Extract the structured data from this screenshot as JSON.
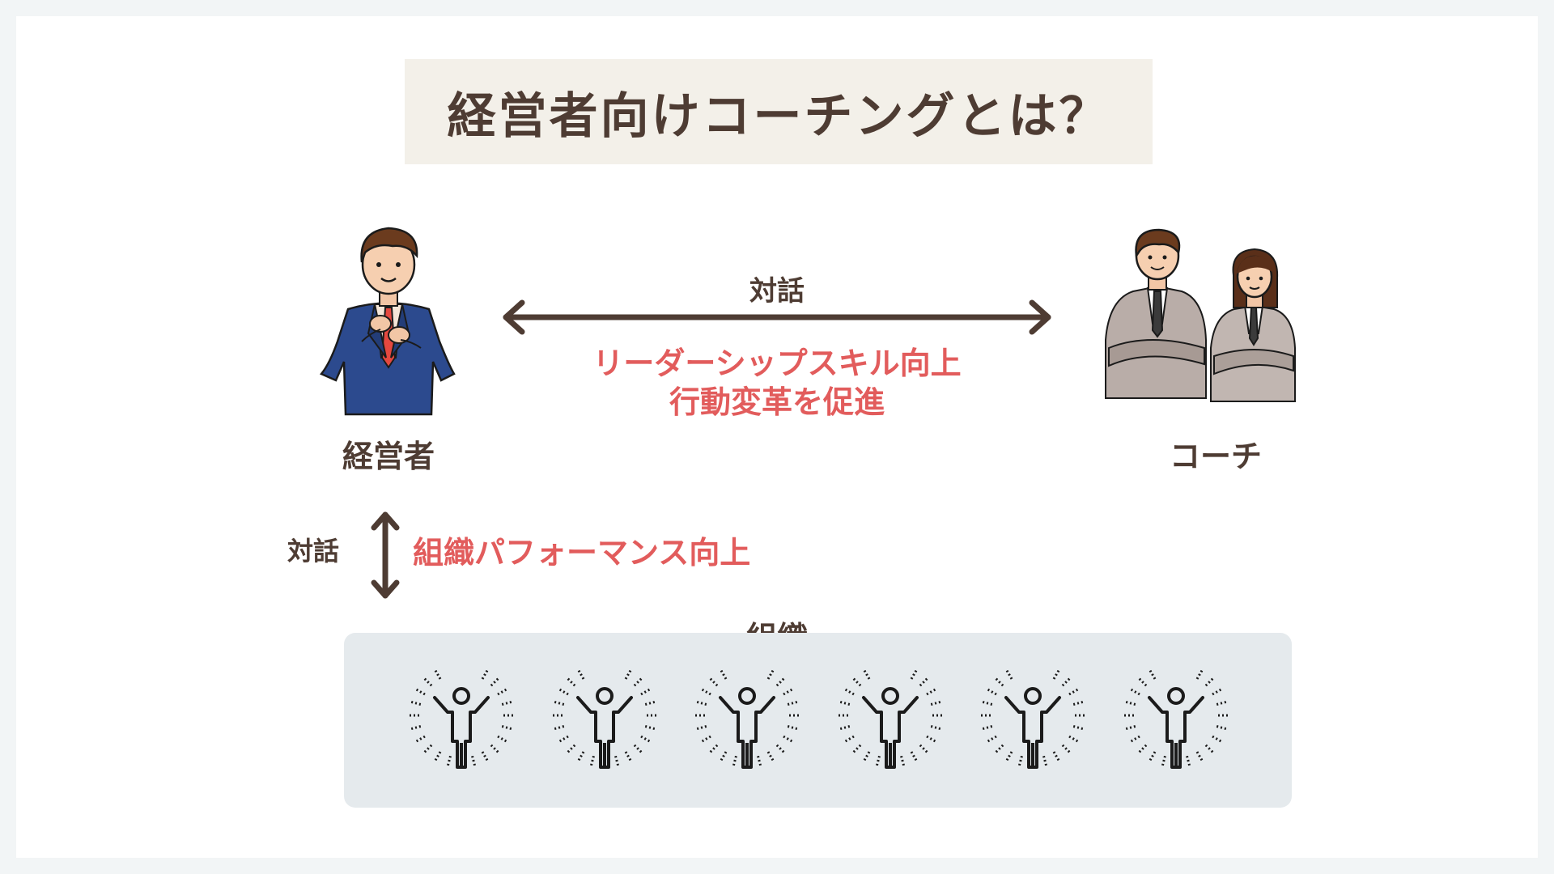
{
  "title": "経営者向けコーチングとは？",
  "executive": {
    "label": "経営者",
    "icon": "businessman-icon"
  },
  "coach": {
    "label": "コーチ",
    "icon": "coaches-pair-icon"
  },
  "horizontal_link": {
    "label": "対話",
    "effect_line1": "リーダーシップスキル向上",
    "effect_line2": "行動変革を促進",
    "icon": "double-arrow-horizontal-icon"
  },
  "vertical_link": {
    "label": "対話",
    "effect": "組織パフォーマンス向上",
    "icon": "double-arrow-vertical-icon"
  },
  "organization": {
    "label": "組織",
    "member_icon": "cheering-person-icon",
    "member_count": 6
  },
  "colors": {
    "text": "#4e3c33",
    "accent": "#e25c5c",
    "title_bg": "#f3f0e9",
    "org_bg": "#e5eaed",
    "suit_blue": "#2c4a8e",
    "coach_suit": "#b9ada8"
  }
}
